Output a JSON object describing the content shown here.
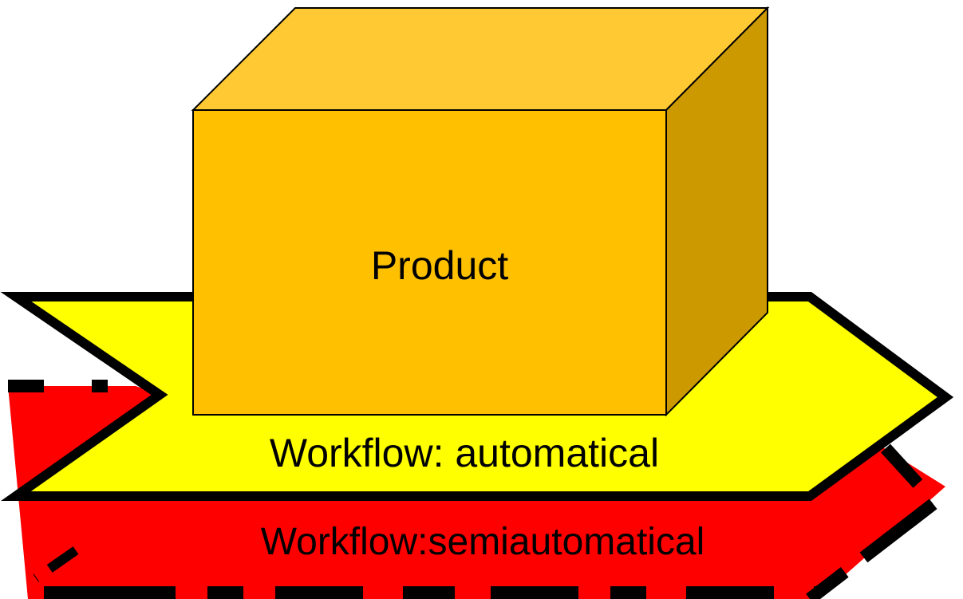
{
  "diagram": {
    "box": {
      "label": "Product",
      "colors": {
        "front": "#FFC000",
        "top": "#FFC933",
        "side": "#CC9A00"
      }
    },
    "automatic_arrow": {
      "label": "Workflow: automatical",
      "color": "#FFFF00"
    },
    "semiautomatic_arrow": {
      "label": "Workflow:semiautomatical",
      "color": "#FF0000"
    },
    "outline_color": "#000000"
  }
}
